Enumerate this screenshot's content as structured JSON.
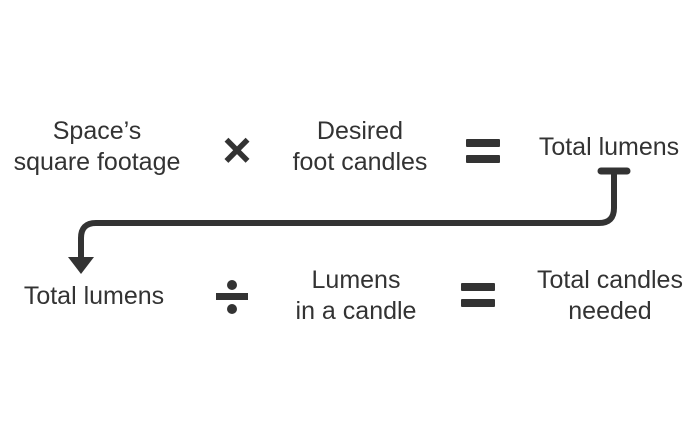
{
  "row1": {
    "term1": [
      "Space’s",
      "square footage"
    ],
    "op1": "×",
    "term2": [
      "Desired",
      "foot candles"
    ],
    "op2": "=",
    "result": "Total lumens"
  },
  "row2": {
    "term1": "Total lumens",
    "op1": "÷",
    "term2": [
      "Lumens",
      "in a candle"
    ],
    "op2": "=",
    "result": [
      "Total candles",
      "needed"
    ]
  },
  "colors": {
    "ink": "#333333",
    "background": "#ffffff"
  }
}
